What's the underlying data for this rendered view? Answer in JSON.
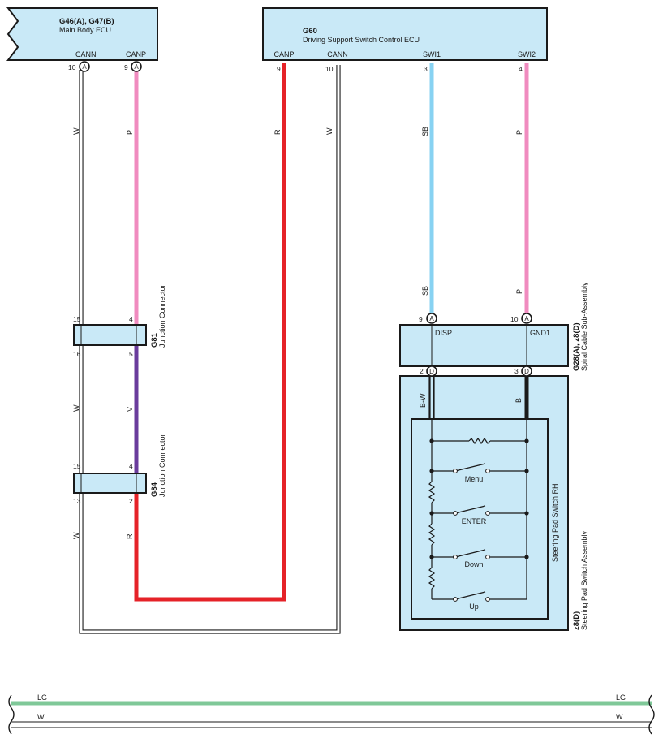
{
  "colors": {
    "pink": "#f08bbf",
    "red": "#e52228",
    "sky_blue": "#87d2f2",
    "violet": "#6a3c9c",
    "light_green": "#7fc898",
    "box_fill": "#c9e9f7",
    "black": "#1a1a1a"
  },
  "main_body_ecu": {
    "code": "G46(A), G47(B)",
    "name": "Main Body ECU",
    "terminals": [
      {
        "name": "CANN",
        "pin": "10",
        "connector": "A"
      },
      {
        "name": "CANP",
        "pin": "9",
        "connector": "A"
      }
    ]
  },
  "driving_support_ecu": {
    "code": "G60",
    "name": "Driving Support Switch Control ECU",
    "terminals": [
      {
        "name": "CANP",
        "pin": "9"
      },
      {
        "name": "CANN",
        "pin": "10"
      },
      {
        "name": "SWI1",
        "pin": "3"
      },
      {
        "name": "SWI2",
        "pin": "4"
      }
    ]
  },
  "junction_g81": {
    "code": "G81",
    "name": "Junction Connector",
    "pins": {
      "left_top": "15",
      "left_bottom": "16",
      "right_top": "4",
      "right_bottom": "5"
    }
  },
  "junction_g84": {
    "code": "G84",
    "name": "Junction Connector",
    "pins": {
      "left_top": "15",
      "left_bottom": "13",
      "right_top": "4",
      "right_bottom": "2"
    }
  },
  "spiral_cable": {
    "code": "G28(A), z8(D)",
    "name": "Spiral Cable Sub-Assembly",
    "top_pins": [
      {
        "pin": "9",
        "connector": "A"
      },
      {
        "pin": "10",
        "connector": "A"
      }
    ],
    "terminals": [
      "DISP",
      "GND1"
    ],
    "bottom_pins": [
      {
        "pin": "2",
        "connector": "D"
      },
      {
        "pin": "3",
        "connector": "D"
      }
    ]
  },
  "steering_pad": {
    "assembly_code": "z8(D)",
    "assembly_name": "Steering Pad Switch Assembly",
    "switch_name": "Steering Pad Switch RH",
    "switches": [
      "Menu",
      "ENTER",
      "Down",
      "Up"
    ]
  },
  "wire_labels": {
    "canN_left_top": "W",
    "canP_left_top": "P",
    "canP_g60": "R",
    "canN_g60": "W",
    "swi1_top": "SB",
    "swi2_top": "P",
    "swi1_bottom": "SB",
    "swi2_bottom": "P",
    "canN_mid": "W",
    "canP_mid": "V",
    "canN_low": "W",
    "canP_low": "R",
    "disp_out": "B-W",
    "gnd_out": "B"
  },
  "bottom_wires": [
    {
      "label": "LG"
    },
    {
      "label": "W"
    }
  ]
}
